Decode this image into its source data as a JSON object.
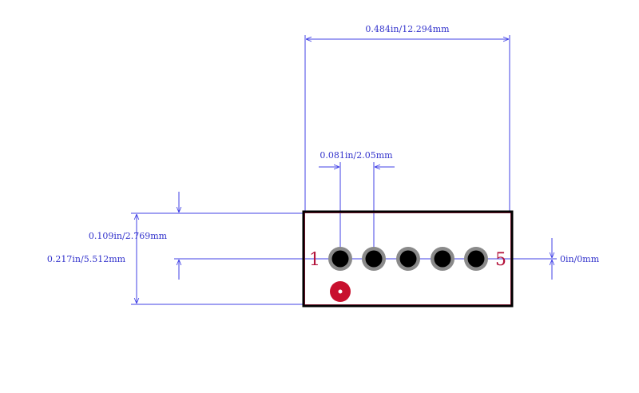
{
  "colors": {
    "dimension": "#4040e6",
    "outline": "#000000",
    "courtyard": "#d4244f",
    "pad_ring": "#8a8a8a",
    "pad_hole": "#000000",
    "pin_marker": "#c8102e",
    "background": "#ffffff"
  },
  "dimensions": {
    "overall_width": "0.484in/12.294mm",
    "pin_pitch": "0.081in/2.05mm",
    "half_height": "0.109in/2.769mm",
    "overall_height": "0.217in/5.512mm",
    "offset": "0in/0mm"
  },
  "pins": {
    "first_label": "1",
    "last_label": "5",
    "count": 5
  }
}
